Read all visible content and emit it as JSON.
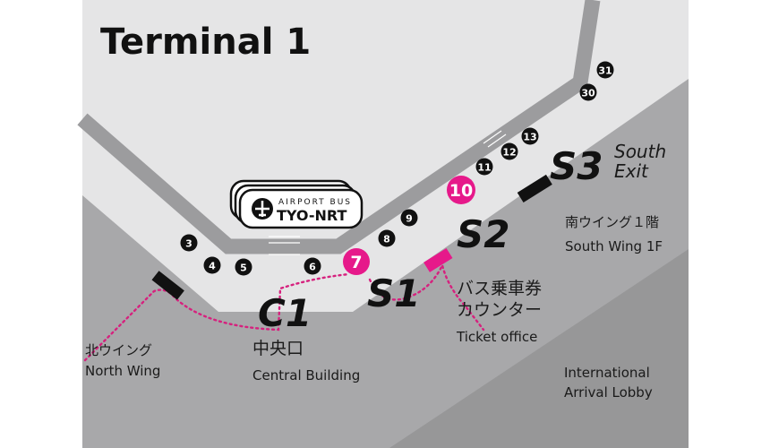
{
  "title": "Terminal 1",
  "colors": {
    "light": "#e5e5e6",
    "road": "#9c9c9e",
    "dark_left": "#a8a8aa",
    "dark_right": "#979798",
    "accent": "#e6198a",
    "black": "#111111"
  },
  "bus_logo": {
    "top_text": "AIRPORT BUS",
    "main_text": "TYO-NRT",
    "icon": "airplane-icon"
  },
  "bus_stops": [
    "3",
    "4",
    "5",
    "6",
    "7",
    "8",
    "9",
    "10",
    "11",
    "12",
    "13",
    "30",
    "31"
  ],
  "highlighted_stops": [
    "7",
    "10"
  ],
  "exits": {
    "c1": "C1",
    "s1": "S1",
    "s2": "S2",
    "s3": "S3"
  },
  "south_exit": {
    "line1": "South",
    "line2": "Exit"
  },
  "labels": {
    "north_wing_jp": "北ウイング",
    "north_wing_en": "North Wing",
    "central_jp": "中央口",
    "central_en": "Central Building",
    "ticket_jp1": "バス乗車券",
    "ticket_jp2": "カウンター",
    "ticket_en": "Ticket office",
    "south_wing_jp": "南ウイング１階",
    "south_wing_en": "South Wing  1F",
    "arrival1": "International",
    "arrival2": "Arrival Lobby"
  }
}
